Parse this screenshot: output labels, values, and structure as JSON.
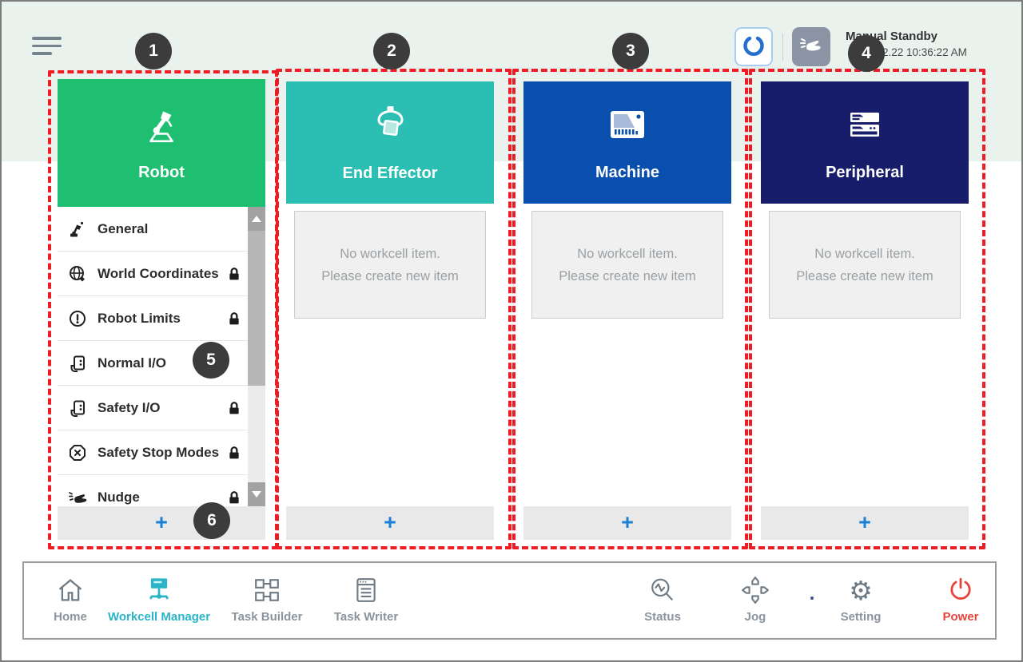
{
  "topbar": {
    "status_title": "Manual Standby",
    "status_time": "2.22 10:36:22 AM"
  },
  "callouts": [
    "1",
    "2",
    "3",
    "4",
    "5",
    "6"
  ],
  "columns": [
    {
      "title": "Robot",
      "items": [
        {
          "label": "General",
          "locked": false
        },
        {
          "label": "World Coordinates",
          "locked": true
        },
        {
          "label": "Robot Limits",
          "locked": true
        },
        {
          "label": "Normal I/O",
          "locked": false
        },
        {
          "label": "Safety I/O",
          "locked": true
        },
        {
          "label": "Safety Stop Modes",
          "locked": true
        },
        {
          "label": "Nudge",
          "locked": true
        }
      ],
      "add_label": "+"
    },
    {
      "title": "End Effector",
      "empty_line1": "No workcell item.",
      "empty_line2": "Please create new item",
      "add_label": "+"
    },
    {
      "title": "Machine",
      "empty_line1": "No workcell item.",
      "empty_line2": "Please create new item",
      "add_label": "+"
    },
    {
      "title": "Peripheral",
      "empty_line1": "No workcell item.",
      "empty_line2": "Please create new item",
      "add_label": "+"
    }
  ],
  "bottom_nav": {
    "items": [
      {
        "label": "Home",
        "active": false
      },
      {
        "label": "Workcell Manager",
        "active": true
      },
      {
        "label": "Task Builder",
        "active": false
      },
      {
        "label": "Task Writer",
        "active": false
      },
      {
        "label": "Status",
        "active": false
      },
      {
        "label": "Jog",
        "active": false
      },
      {
        "label": "Setting",
        "active": false
      },
      {
        "label": "Power",
        "active": false
      }
    ]
  },
  "colors": {
    "robot_green": "#1ebf70",
    "end_effector_teal": "#2abfb2",
    "machine_blue": "#0a4fae",
    "peripheral_navy": "#171c6b",
    "annotation_red": "#ee1c25",
    "callout_gray": "#3c3c3c",
    "active_nav_cyan": "#29b4c8",
    "power_red": "#e8443c",
    "add_blue": "#1b7fd3",
    "topbar_mint": "#e9f2ed"
  }
}
